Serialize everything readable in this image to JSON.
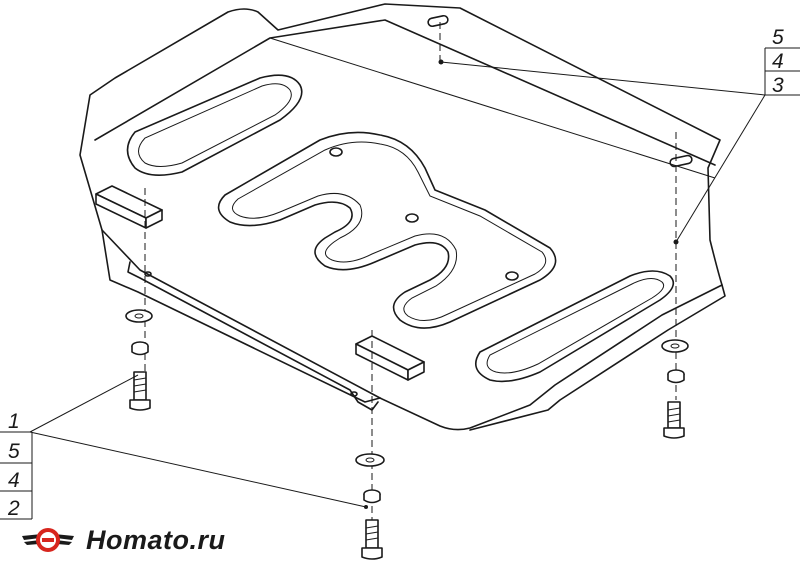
{
  "callouts": {
    "upper_right": [
      "5",
      "4",
      "3"
    ],
    "lower_left": [
      "1",
      "5",
      "4",
      "2"
    ]
  },
  "brand": {
    "logo_text": "Homato.ru",
    "accent": "#d7261e"
  }
}
